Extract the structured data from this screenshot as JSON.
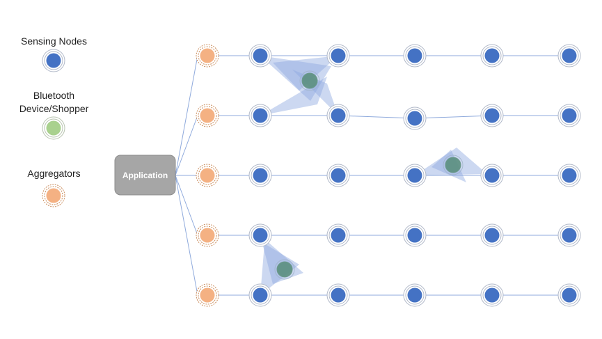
{
  "legend": {
    "sensing_label": "Sensing Nodes",
    "bluetooth_label_line1": "Bluetooth",
    "bluetooth_label_line2": "Device/Shopper",
    "aggregators_label": "Aggregators"
  },
  "application": {
    "label": "Application"
  },
  "network": {
    "rows": 5,
    "nodes_per_row": 5
  },
  "colors": {
    "sensing_node": "#4472c4",
    "sensing_ring": "#b0b8c8",
    "aggregator": "#f4b183",
    "aggregator_ring": "#c98b5a",
    "bluetooth": "#a9d18e",
    "shopper_detected": "#5b8f7e",
    "application_box": "#a6a6a6",
    "link": "#8faadc",
    "detection_zone": "#8fa9df"
  }
}
